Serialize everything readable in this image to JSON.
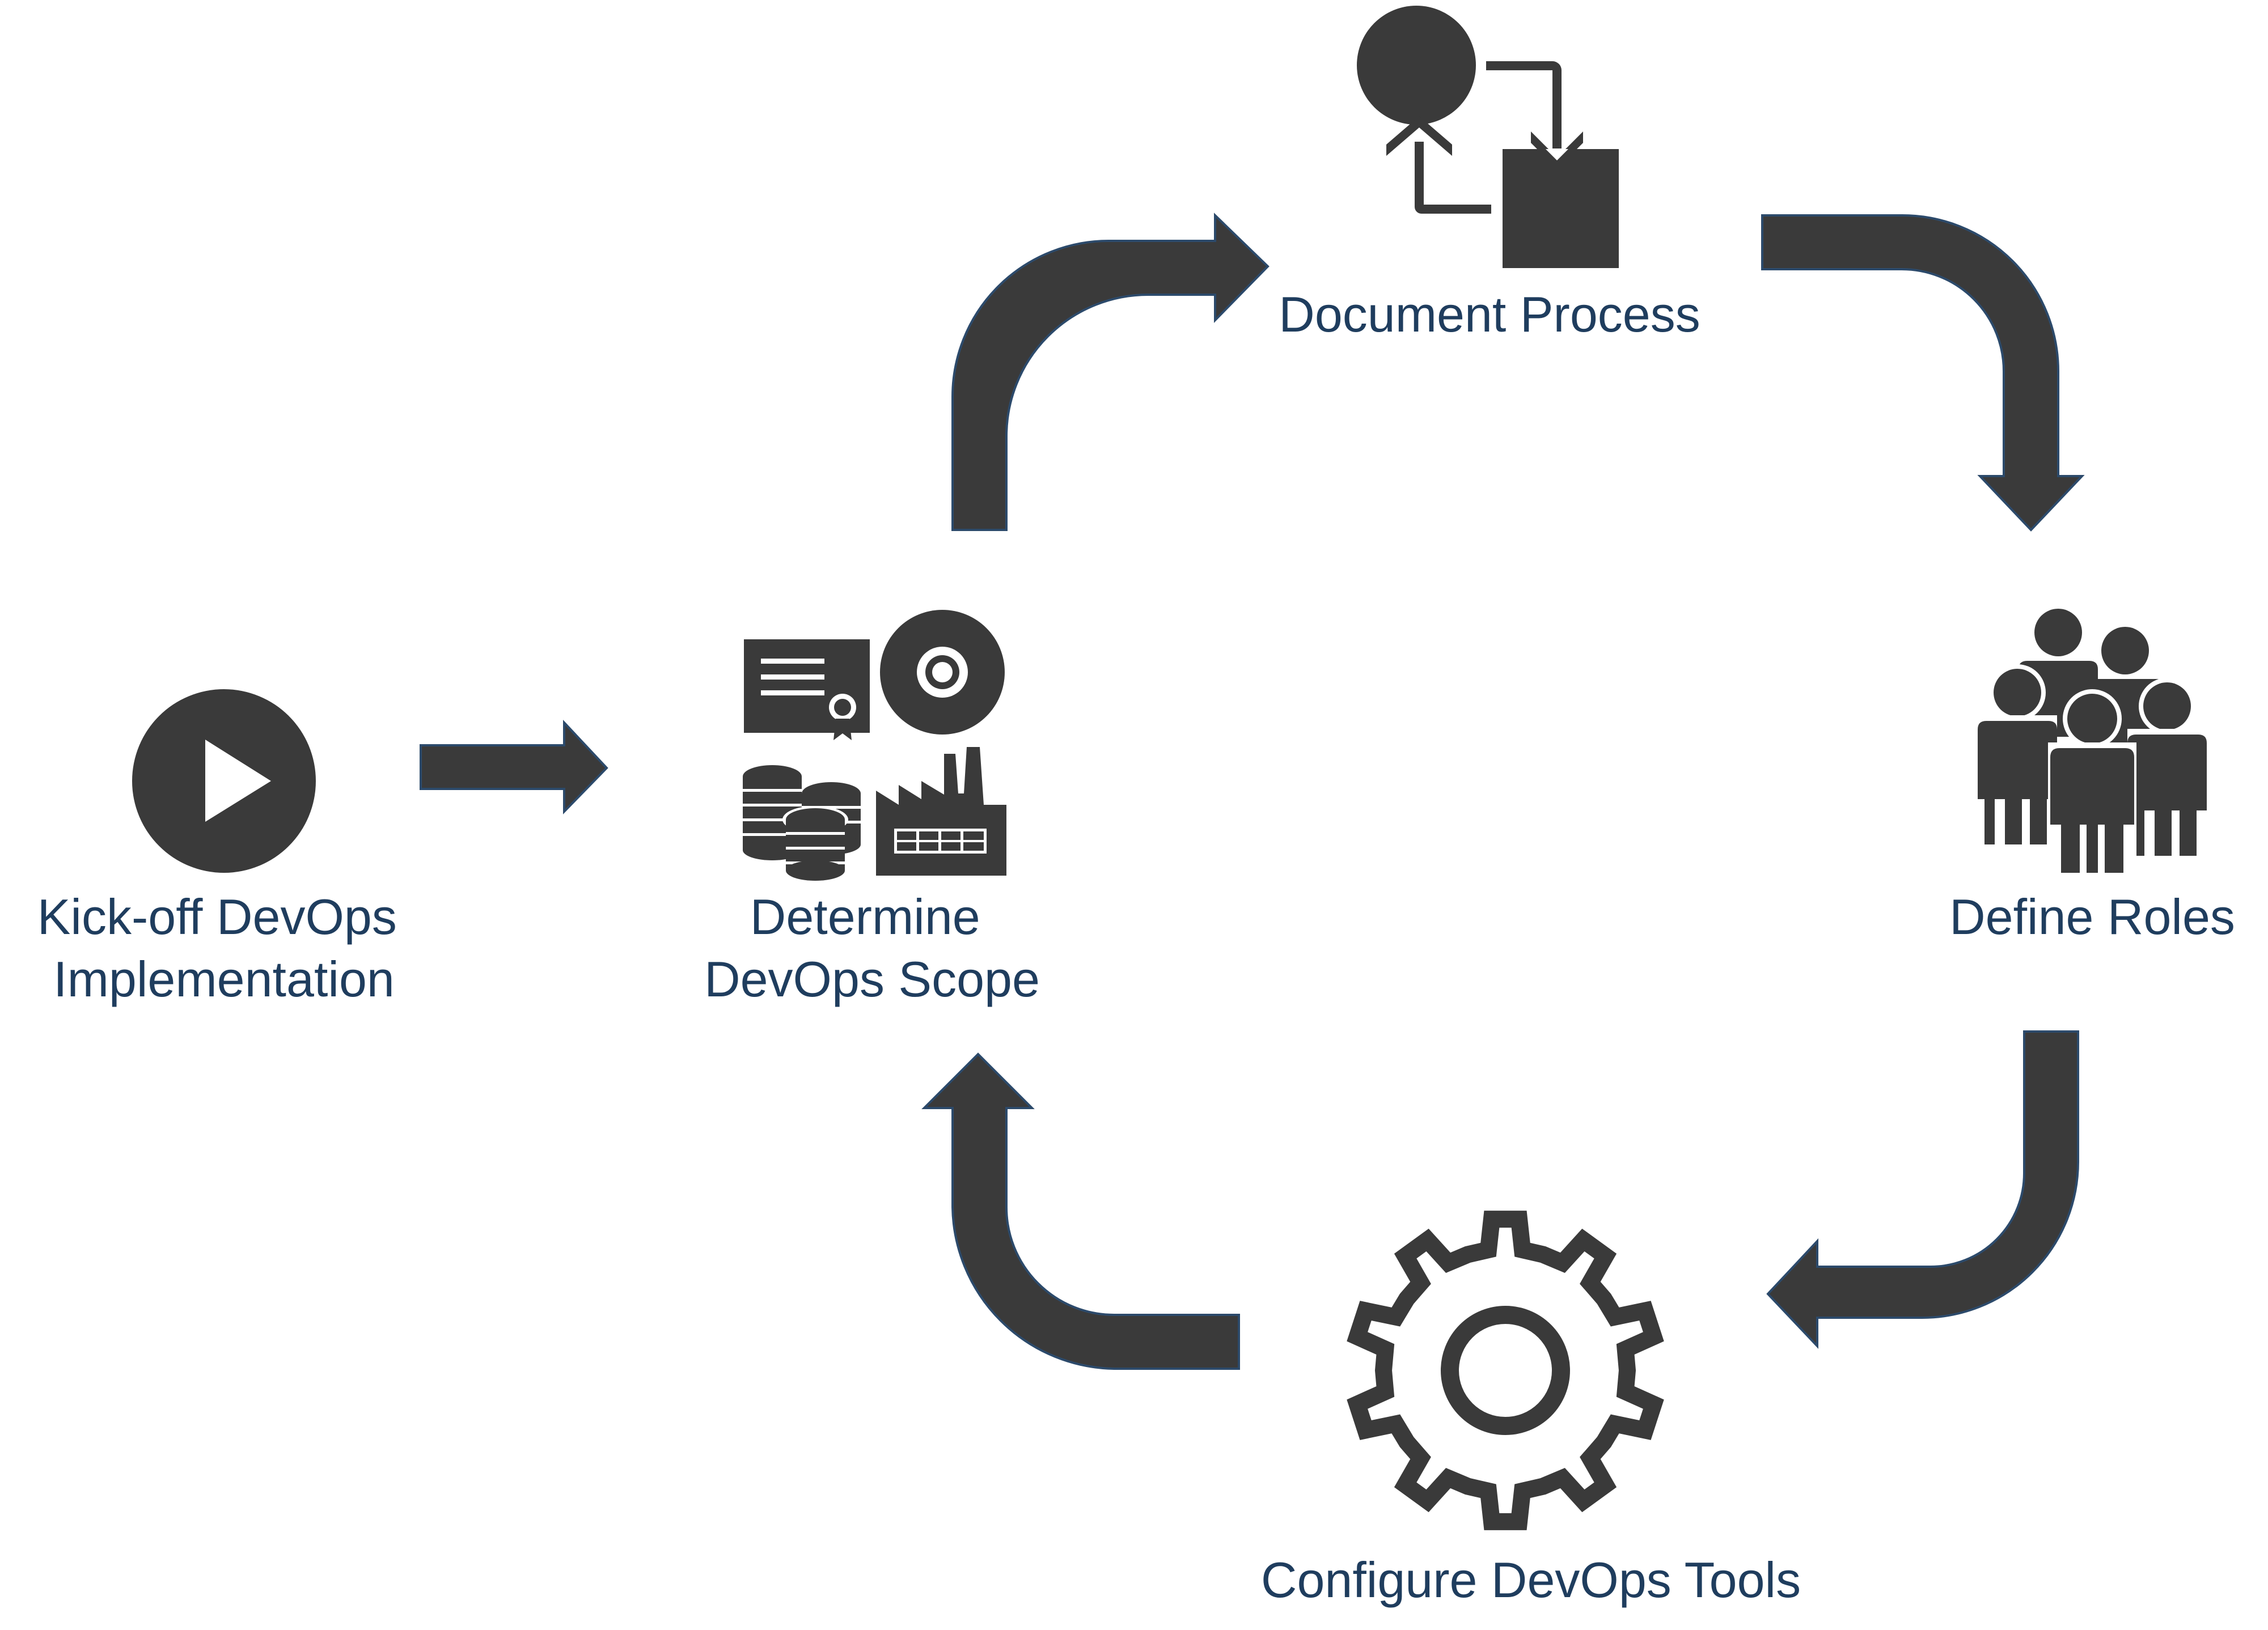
{
  "steps": {
    "kickoff": {
      "line1": "Kick-off DevOps",
      "line2": "Implementation",
      "icon": "play-icon"
    },
    "scope": {
      "line1": "Determine",
      "line2": "DevOps Scope",
      "icon": "scope-icons"
    },
    "document": {
      "label": "Document Process",
      "icon": "process-flow-icon"
    },
    "roles": {
      "label": "Define Roles",
      "icon": "people-group-icon"
    },
    "tools": {
      "label": "Configure DevOps Tools",
      "icon": "gear-icon"
    }
  },
  "colors": {
    "ink": "#3a3a3a",
    "label": "#1f3d5e",
    "arrow_outline": "#2c4a6b"
  }
}
